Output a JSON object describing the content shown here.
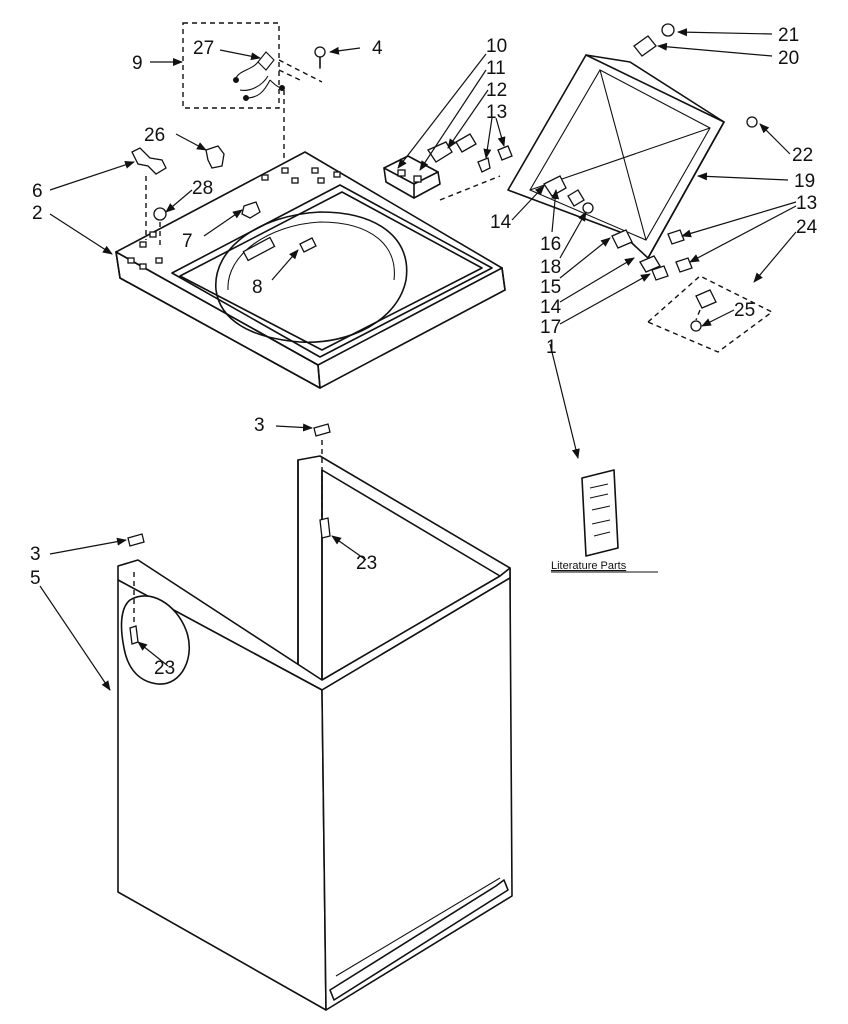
{
  "callouts": [
    {
      "id": "c21",
      "text": "21"
    },
    {
      "id": "c20",
      "text": "20"
    },
    {
      "id": "c27",
      "text": "27"
    },
    {
      "id": "c4",
      "text": "4"
    },
    {
      "id": "c10",
      "text": "10"
    },
    {
      "id": "c11",
      "text": "11"
    },
    {
      "id": "c12",
      "text": "12"
    },
    {
      "id": "c13a",
      "text": "13"
    },
    {
      "id": "c9",
      "text": "9"
    },
    {
      "id": "c26",
      "text": "26"
    },
    {
      "id": "c22",
      "text": "22"
    },
    {
      "id": "c19",
      "text": "19"
    },
    {
      "id": "c6",
      "text": "6"
    },
    {
      "id": "c28",
      "text": "28"
    },
    {
      "id": "c2",
      "text": "2"
    },
    {
      "id": "c7",
      "text": "7"
    },
    {
      "id": "c14a",
      "text": "14"
    },
    {
      "id": "c16",
      "text": "16"
    },
    {
      "id": "c13b",
      "text": "13"
    },
    {
      "id": "c24",
      "text": "24"
    },
    {
      "id": "c18",
      "text": "18"
    },
    {
      "id": "c8",
      "text": "8"
    },
    {
      "id": "c15",
      "text": "15"
    },
    {
      "id": "c25",
      "text": "25"
    },
    {
      "id": "c14b",
      "text": "14"
    },
    {
      "id": "c17",
      "text": "17"
    },
    {
      "id": "c1",
      "text": "1"
    },
    {
      "id": "c3a",
      "text": "3"
    },
    {
      "id": "c23a",
      "text": "23"
    },
    {
      "id": "c3b",
      "text": "3"
    },
    {
      "id": "c5",
      "text": "5"
    },
    {
      "id": "c23b",
      "text": "23"
    }
  ],
  "literature_label": "Literature Parts"
}
